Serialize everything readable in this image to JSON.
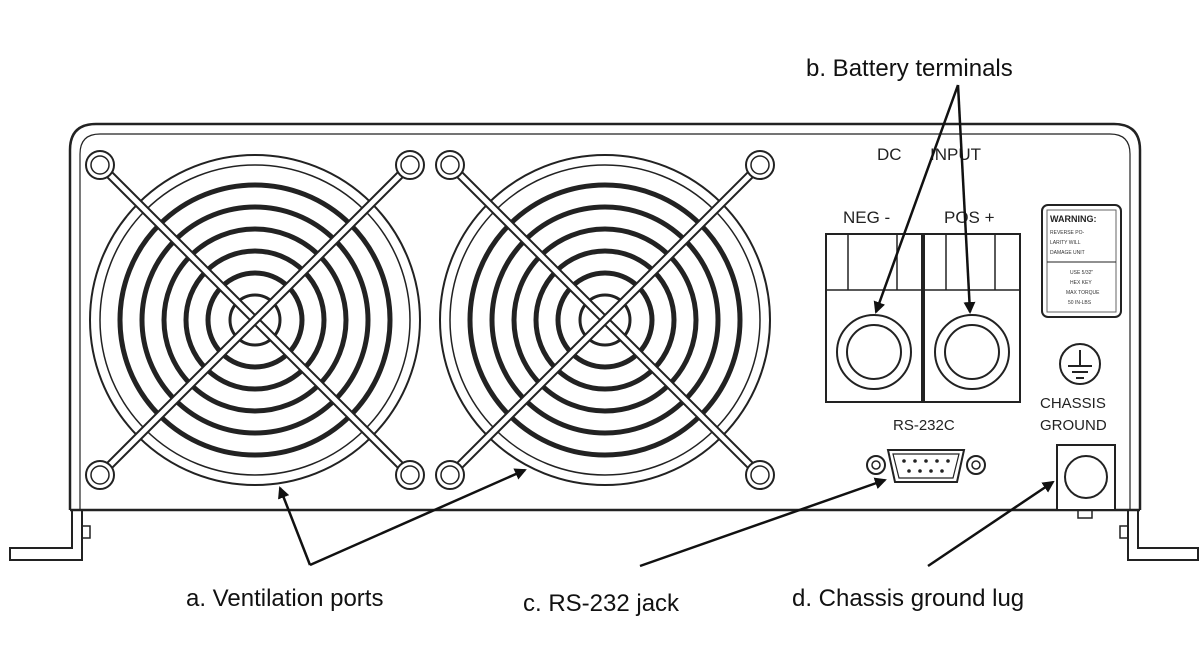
{
  "callouts": {
    "ventilation": "a. Ventilation ports",
    "battery": "b. Battery terminals",
    "rs232": "c.  RS-232 jack",
    "ground": "d. Chassis ground lug"
  },
  "panel": {
    "dc_input_left": "DC",
    "dc_input_right": "INPUT",
    "neg": "NEG -",
    "pos": "POS +",
    "rs232c": "RS-232C",
    "chassis": "CHASSIS",
    "ground": "GROUND"
  },
  "warning": {
    "title": "WARNING:",
    "lines": [
      "REVERSE PO-",
      "LARITY WILL",
      "DAMAGE UNIT"
    ],
    "lines2": [
      "USE 5/32\"",
      "HEX KEY",
      "MAX TORQUE",
      "50 IN-LBS"
    ]
  }
}
